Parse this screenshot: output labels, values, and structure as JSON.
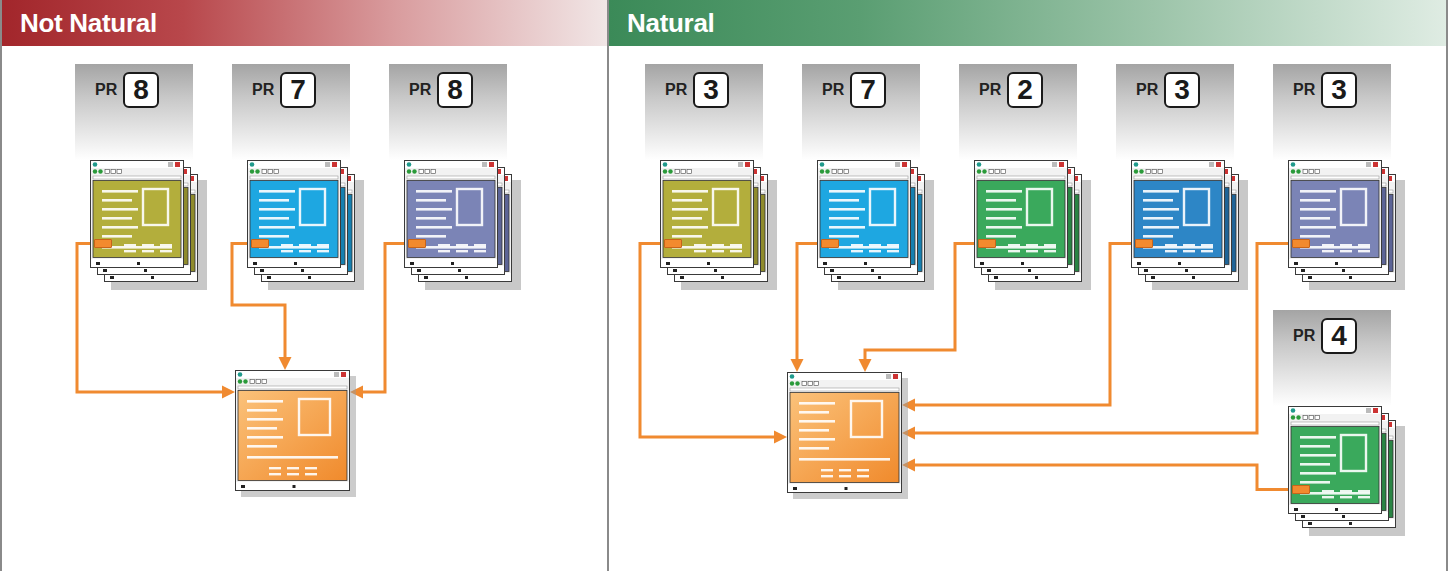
{
  "diagram": {
    "nodes": [
      {
        "text": [
          "Not Natural"
        ]
      },
      {
        "text": [
          "PR",
          "8"
        ],
        "in": 0
      },
      {
        "text": [
          "PR",
          "7"
        ],
        "in": 0
      },
      {
        "text": [
          "PR",
          "8"
        ],
        "in": 0
      },
      {
        "text": [],
        "in": 0
      },
      {
        "text": [
          "Natural"
        ]
      },
      {
        "text": [
          "PR",
          "3"
        ],
        "in": 5
      },
      {
        "text": [
          "PR",
          "7"
        ],
        "in": 5
      },
      {
        "text": [
          "PR",
          "2"
        ],
        "in": 5
      },
      {
        "text": [
          "PR",
          "3"
        ],
        "in": 5
      },
      {
        "text": [
          "PR",
          "3"
        ],
        "in": 5
      },
      {
        "text": [
          "PR",
          "4"
        ],
        "in": 5
      },
      {
        "text": [],
        "in": 5
      }
    ],
    "edges": [
      {
        "from": 1,
        "to": 4,
        "arrow": "to"
      },
      {
        "from": 2,
        "to": 4,
        "arrow": "to"
      },
      {
        "from": 3,
        "to": 4,
        "arrow": "to"
      },
      {
        "from": 6,
        "to": 12,
        "arrow": "to"
      },
      {
        "from": 7,
        "to": 12,
        "arrow": "to"
      },
      {
        "from": 8,
        "to": 12,
        "arrow": "to"
      },
      {
        "from": 9,
        "to": 12,
        "arrow": "to"
      },
      {
        "from": 10,
        "to": 12,
        "arrow": "to"
      },
      {
        "from": 11,
        "to": 12,
        "arrow": "to"
      }
    ]
  }
}
